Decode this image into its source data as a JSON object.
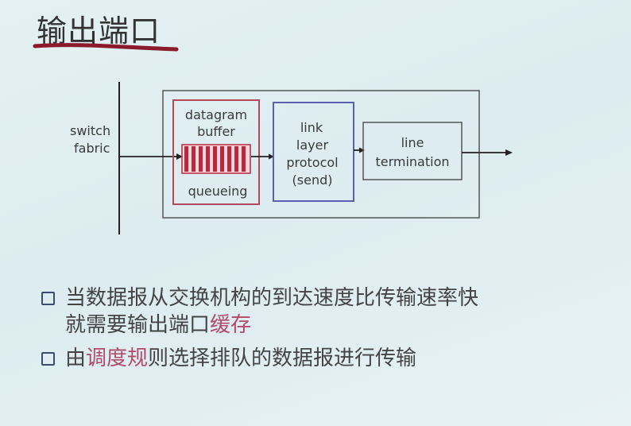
{
  "slide": {
    "title": "输出端口",
    "diagram": {
      "input_label_line1": "switch",
      "input_label_line2": "fabric",
      "buffer_label_line1": "datagram",
      "buffer_label_line2": "buffer",
      "buffer_caption": "queueing",
      "link_layer_line1": "link",
      "link_layer_line2": "layer",
      "link_layer_line3": "protocol",
      "link_layer_line4": "(send)",
      "line_term_line1": "line",
      "line_term_line2": "termination"
    },
    "bullets": [
      {
        "line1": "当数据报从交换机构的到达速度比传输速率快",
        "line2_prefix": "就需要输出端口",
        "line2_highlight": "缓存"
      },
      {
        "prefix": "由",
        "highlight": "调度规",
        "suffix": "则选择排队的数据报进行传输"
      }
    ],
    "colors": {
      "title_underline": "#8b1a2a",
      "buffer_border": "#b5485c",
      "queue_fill": "#b8283f",
      "link_layer_border": "#5a5fb0",
      "highlight_text": "#b24a6a",
      "bullet_box": "#3a4d6e"
    }
  }
}
